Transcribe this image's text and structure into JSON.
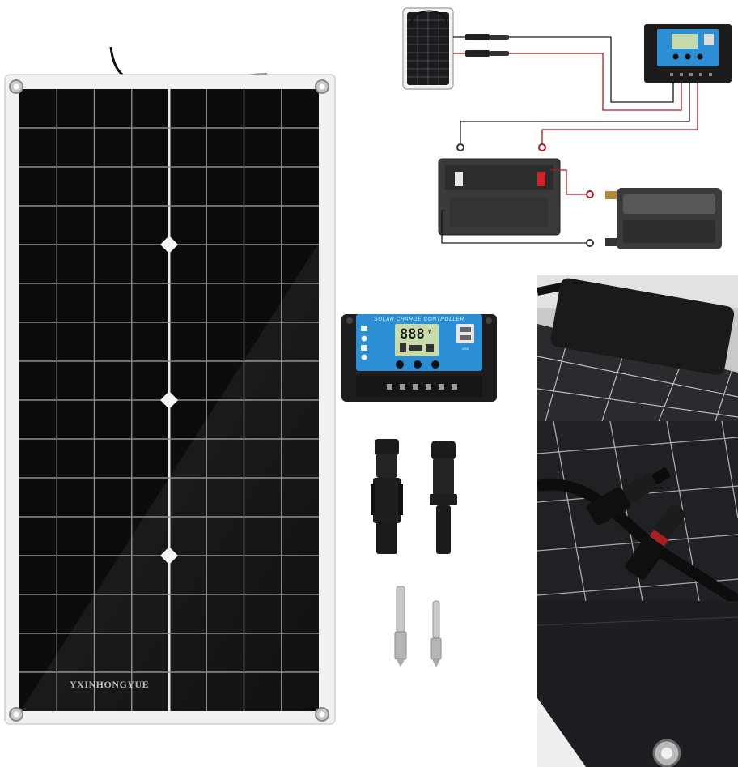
{
  "product": {
    "brand_watermark": "YXINHONGYUE",
    "controller_label": "SOLAR CHARGE CONTROLLER",
    "controller_display": "888",
    "controller_display_unit": "V",
    "usb_label": "USB"
  },
  "colors": {
    "background": "#ffffff",
    "panel_frame": "#f2f2f2",
    "cell": "#0d0e10",
    "controller_face": "#2c8fd6",
    "wire_red": "#b3191d",
    "wire_black": "#1a1a1a"
  }
}
